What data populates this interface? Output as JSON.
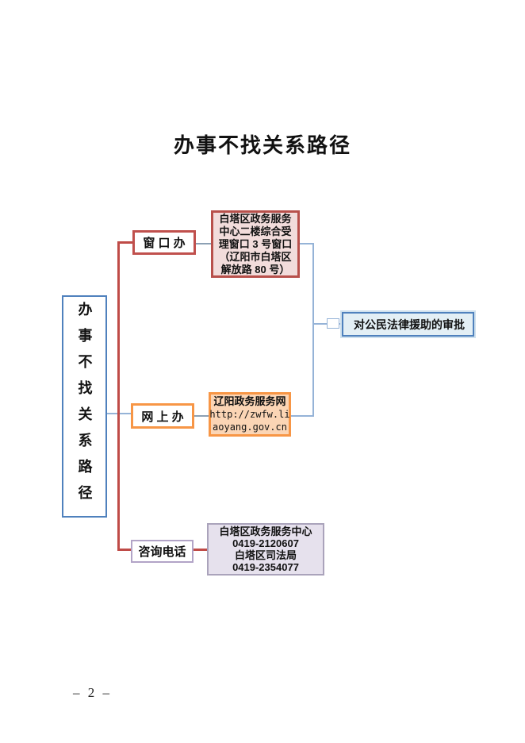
{
  "page": {
    "title": "办事不找关系路径",
    "page_number": "– 2 –"
  },
  "flowchart": {
    "root_label": "办事不找关系路径",
    "branches": [
      {
        "label": "窗 口 办",
        "detail_lines": [
          "白塔区政务服务",
          "中心二楼综合受",
          "理窗口 3 号窗口",
          "（辽阳市白塔区",
          "解放路 80 号）"
        ]
      },
      {
        "label": "网 上 办",
        "detail_lines": [
          "辽阳政务服务网",
          "http://zwfw.li",
          "aoyang.gov.cn"
        ]
      },
      {
        "label": "咨询电话",
        "detail_lines": [
          "白塔区政务服务中心",
          "0419-2120607",
          "白塔区司法局",
          "0419-2354077"
        ]
      }
    ],
    "result_label": "对公民法律援助的审批"
  },
  "colors": {
    "branch_red": "#bf4b47",
    "window_fill": "#f2dcdb",
    "orange_border": "#f79646",
    "orange_fill": "#fbd5b5",
    "purple_border": "#aaa3bb",
    "purple_fill": "#e6e1ed",
    "blue_border": "#4f81bd",
    "result_fill": "#e3eff5",
    "light_blue_line": "#95b3d7",
    "gray_line": "#8ca0b4"
  }
}
